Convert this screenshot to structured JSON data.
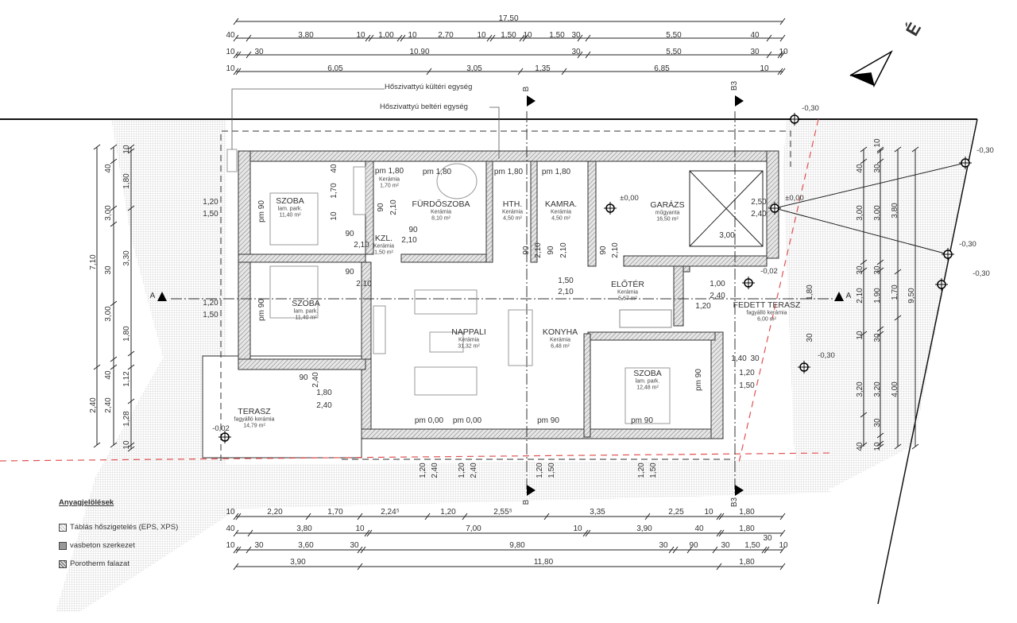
{
  "annotations": {
    "outdoor_unit": "Hőszivattyú kültéri egység",
    "indoor_unit": "Hőszivattyú beltéri egység"
  },
  "north_label": "É",
  "rooms": [
    {
      "name": "SZOBA",
      "floor": "lam. park.",
      "area": "11,40 m²"
    },
    {
      "name": "pm 1,80",
      "floor": "Kerámia",
      "area": "1,70 m²"
    },
    {
      "name": "FÜRDŐSZOBA",
      "floor": "Kerámia",
      "area": "8,10 m²"
    },
    {
      "name": "HTH.",
      "floor": "Kerámia",
      "area": "4,50 m²"
    },
    {
      "name": "KAMRA.",
      "floor": "Kerámia",
      "area": "4,50 m²"
    },
    {
      "name": "GARÁZS",
      "floor": "műgyanta",
      "area": "16,50 m²"
    },
    {
      "name": "KZL.",
      "floor": "Kerámia",
      "area": "1,50 m²"
    },
    {
      "name": "SZOBA",
      "floor": "lam. park.",
      "area": "11,40 m²"
    },
    {
      "name": "NAPPALI",
      "floor": "Kerámia",
      "area": "31,32 m²"
    },
    {
      "name": "KONYHA",
      "floor": "Kerámia",
      "area": "6,48 m²"
    },
    {
      "name": "ELŐTÉR",
      "floor": "Kerámia",
      "area": "5,67 m²"
    },
    {
      "name": "FEDETT TERASZ",
      "floor": "fagyálló kerámia",
      "area": "6,00 m²"
    },
    {
      "name": "SZOBA",
      "floor": "lam. park.",
      "area": "12,48 m²"
    },
    {
      "name": "TERASZ",
      "floor": "fagyálló kerámia",
      "area": "14,79 m²"
    }
  ],
  "dims": {
    "top": [
      [
        "17,50"
      ],
      [
        "40",
        "3,80",
        "10",
        "1,00",
        "10",
        "2,70",
        "10",
        "1,50",
        "10",
        "1,50",
        "30",
        "5,50",
        "40"
      ],
      [
        "10",
        "30",
        "10,90",
        "30",
        "5,50",
        "30",
        "10"
      ],
      [
        "10",
        "6,05",
        "3,05",
        "1,35",
        "6,85",
        "10"
      ]
    ],
    "bottom": [
      [
        "10",
        "2,20",
        "1,70",
        "2,24⁵",
        "1,20",
        "2,55⁵",
        "3,35",
        "2,25",
        "10",
        "1,80"
      ],
      [
        "40",
        "3,80",
        "10",
        "7,00",
        "10",
        "3,90",
        "40",
        "1,80",
        "30"
      ],
      [
        "10",
        "30",
        "3,60",
        "30",
        "9,80",
        "30",
        "90",
        "30",
        "1,50",
        "10"
      ],
      [
        "3,90",
        "11,80",
        "1,80"
      ]
    ],
    "left": [
      [
        "7,10",
        "2,40"
      ],
      [
        "40",
        "3,00",
        "30",
        "3,00",
        "40",
        "2,40"
      ],
      [
        "10",
        "1,80",
        "3,30",
        "1,80",
        "1,12",
        "1,28",
        "10"
      ]
    ],
    "right": [
      [
        "40",
        "3,00",
        "30",
        "2,10",
        "10",
        "3,20",
        "40"
      ],
      [
        "10",
        "30",
        "3,00",
        "30",
        "1,90",
        "30",
        "3,20",
        "30",
        "10"
      ],
      [
        "3,80",
        "1,70",
        "4,00"
      ],
      [
        "9,50"
      ]
    ]
  },
  "openings": {
    "pm_180": [
      "pm 1,80",
      "pm 1,80",
      "pm 1,80"
    ],
    "pm_90": [
      "pm 90",
      "pm 90",
      "pm 90",
      "pm 90",
      "pm 90"
    ],
    "pm_000": [
      "pm 0,00",
      "pm 0,00"
    ],
    "doors": [
      "90",
      "2,10",
      "90",
      "2,10",
      "90",
      "2,10",
      "1,50",
      "2,10",
      "90",
      "2,10",
      "90",
      "2,10",
      "90",
      "2,10",
      "90",
      "2,10",
      "90",
      "2,40",
      "1,80",
      "2,40",
      "1,00",
      "2,40",
      "1,20",
      "2,50",
      "2,40",
      "3,00",
      "1,70",
      "40",
      "10"
    ],
    "windows": [
      "1,20",
      "1,50",
      "1,20",
      "1,50",
      "1,40",
      "30",
      "1,20",
      "1,50",
      "30",
      "1,80"
    ],
    "bottom_windows": [
      "1,20",
      "2,40",
      "1,20",
      "2,40",
      "1,20",
      "1,50",
      "1,20",
      "1,50"
    ]
  },
  "levels": [
    "-0,30",
    "-0,30",
    "-0,30",
    "-0,30",
    "-0,30",
    "-0,02",
    "-0,02",
    "±0,00",
    "±0,00"
  ],
  "section_markers": {
    "a_left": "A",
    "a_right": "A",
    "b_top": "B",
    "b3_top": "B3",
    "b_bottom": "B",
    "b3_bottom": "B3"
  },
  "legend": {
    "title": "Anyagjelölések",
    "items": [
      "Táblás hőszigetelés (EPS, XPS)",
      "vasbeton szerkezet",
      "Porotherm falazat"
    ]
  },
  "colors": {
    "line": "#222222",
    "wall_hatch": "#666666",
    "ground": "#d9d9d9",
    "boundary": "#e05050"
  }
}
